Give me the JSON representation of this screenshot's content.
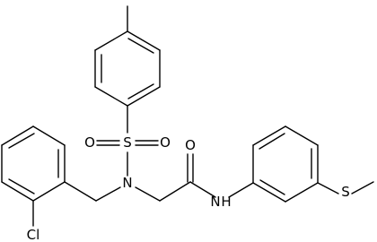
{
  "molecule": {
    "atoms": {
      "S1": "S",
      "O1": "O",
      "O2": "O",
      "N1": "N",
      "O3": "O",
      "N2": "N",
      "H2": "H",
      "Cl": "Cl",
      "S2": "S"
    }
  }
}
